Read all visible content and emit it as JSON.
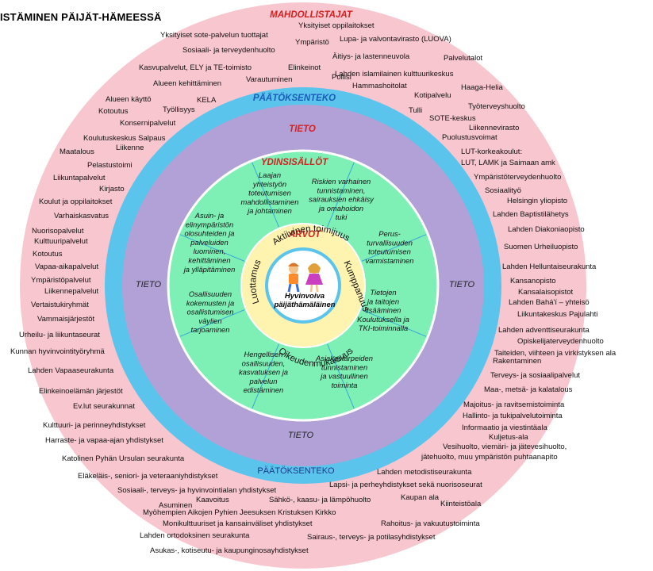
{
  "title": "ISTÄMINEN PÄIJÄT-HÄMEESSÄ",
  "colors": {
    "outer_ring": "#f7c6cf",
    "blue_ring": "#5bc4ec",
    "purple_ring": "#b1a1d6",
    "green_ring": "#7ef0b6",
    "inner_green": "#b8f7d2",
    "center_yellow": "#fff3b0",
    "red_heading": "#d61f1f",
    "blue_heading": "#1a5cb8"
  },
  "rings": {
    "mahdollistajat": "MAHDOLLISTAJAT",
    "paatoksenteko_top": "PÄÄTÖKSENTEKO",
    "paatoksenteko_bottom": "PÄÄTÖKSENTEKO",
    "tieto_top": "TIETO",
    "tieto_left": "TIETO",
    "tieto_right": "TIETO",
    "tieto_bottom": "TIETO",
    "ydinsisallot": "YDINSISÄLLÖT",
    "arvot": "ARVOT"
  },
  "values_arc": {
    "luottamus": "Luottamus",
    "aktiivinen": "Aktiivinen toimijuus",
    "kumppanuus": "Kumppanuus",
    "oikeudenmukaisuus": "Oikeudenmukaisuus"
  },
  "center": {
    "line1": "Hyvinvoiva",
    "line2": "päijäthämäläinen"
  },
  "segments": [
    {
      "lines": [
        "Laajan",
        "yhteistyön",
        "toteutumisen",
        "mahdollistaminen",
        "ja johtaminen"
      ]
    },
    {
      "lines": [
        "Riskien varhainen",
        "tunnistaminen,",
        "sairauksien ehkäisy",
        "ja omahoidon",
        "tuki"
      ]
    },
    {
      "lines": [
        "Perus-",
        "turvallisuuden",
        "toteutumisen",
        "varmistaminen"
      ]
    },
    {
      "lines": [
        "Tietojen",
        "ja taitojen",
        "lisääminen",
        "Koulutuksella ja",
        "TKI-toiminnalla"
      ]
    },
    {
      "lines": [
        "Asiakastarpeiden",
        "tunnistaminen",
        "ja vastuullinen",
        "toiminta"
      ]
    },
    {
      "lines": [
        "Hengellisen",
        "osallisuuden,",
        "kasvatuksen ja",
        "palvelun",
        "edistäminen"
      ]
    },
    {
      "lines": [
        "Osallisuuden",
        "kokemusten ja",
        "osallistumisen",
        "väylien",
        "tarjoaminen"
      ]
    },
    {
      "lines": [
        "Asuin- ja",
        "elinympäristön",
        "olosuhteiden ja",
        "palveluiden",
        "luominen,",
        "kehittäminen",
        "ja ylläpitäminen"
      ]
    }
  ],
  "enablers": [
    "Yksityiset oppilaitokset",
    "Yksityiset sote-palvelun tuottajat",
    "Ympäristö",
    "Lupa- ja valvontavirasto (LUOVA)",
    "Sosiaali- ja terveydenhuolto",
    "Äitiys- ja lastenneuvola",
    "Palvelutalot",
    "Kasvupalvelut, ELY ja TE-toimisto",
    "Elinkeinot",
    "Lahden islamilainen kulttuurikeskus",
    "Poliisi",
    "Alueen kehittäminen",
    "Varautuminen",
    "Hammashoitolat",
    "Haaga-Helia",
    "Alueen käyttö",
    "KELA",
    "Kotipalvelu",
    "Kotoutus",
    "Työllisyys",
    "Työterveyshuolto",
    "Tulli",
    "Konsernipalvelut",
    "SOTE-keskus",
    "Liikennevirasto",
    "Koulutuskeskus Salpaus",
    "Puolustusvoimat",
    "Maatalous",
    "Liikenne",
    "LUT-korkeakoulut:",
    "LUT, LAMK ja Saimaan amk",
    "Pelastustoimi",
    "Ympäristöterveydenhuolto",
    "Liikuntapalvelut",
    "Kirjasto",
    "Sosiaalityö",
    "Koulut ja oppilaitokset",
    "Helsingin yliopisto",
    "Varhaiskasvatus",
    "Lahden Baptistilähetys",
    "Nuorisopalvelut",
    "Lahden Diakoniaopisto",
    "Kulttuuripalvelut",
    "Kotoutus",
    "Suomen Urheiluopisto",
    "Vapaa-aikapalvelut",
    "Ympäristöpalvelut",
    "Lahden Helluntaiseurakunta",
    "Liikennepalvelut",
    "Kansanopisto",
    "Vertaistukiryhmät",
    "Kansalaisopistot",
    "Lahden Bahá'í – yhteisö",
    "Vammaisjärjestöt",
    "Liikuntakeskus Pajulahti",
    "Urheilu- ja liikuntaseurat",
    "Lahden adventtiseurakunta",
    "Kunnan hyvinvointityöryhmä",
    "Opiskelijaterveydenhuolto",
    "Taiteiden, viihteen ja virkistyksen ala",
    "Lahden Vapaaseurakunta",
    "Rakentaminen",
    "Terveys- ja sosiaalipalvelut",
    "Elinkeinoelämän järjestöt",
    "Maa-, metsä- ja kalatalous",
    "Ev.lut seurakunnat",
    "Majoitus- ja ravitsemistoiminta",
    "Hallinto- ja tukipalvelutoiminta",
    "Kulttuuri- ja perinneyhdistykset",
    "Informaatio ja viestintäala",
    "Kuljetus-ala",
    "Harraste- ja vapaa-ajan yhdistykset",
    "Vesihuolto, viemäri- ja jätevesihuolto,",
    "jätehuolto, muu ympäristön puhtaanapito",
    "Katolinen Pyhän Ursulan seurakunta",
    "Lahden metodistiseurakunta",
    "Eläkeläis-, seniori- ja veteraaniyhdistykset",
    "Lapsi- ja perheyhdistykset sekä nuorisoseurat",
    "Sosiaali-, terveys- ja hyvinvointialan yhdistykset",
    "Kaavoitus",
    "Sähkö-, kaasu- ja lämpöhuolto",
    "Kaupan ala",
    "Asuminen",
    "Kiinteistöala",
    "Myöhempien Aikojen Pyhien Jeesuksen Kristuksen Kirkko",
    "Monikulttuuriset ja kansainväliset yhdistykset",
    "Rahoitus- ja vakuutustoiminta",
    "Lahden ortodoksinen seurakunta",
    "Sairaus-, terveys- ja potilasyhdistykset",
    "Asukas-, kotiseutu- ja kaupunginosayhdistykset"
  ]
}
